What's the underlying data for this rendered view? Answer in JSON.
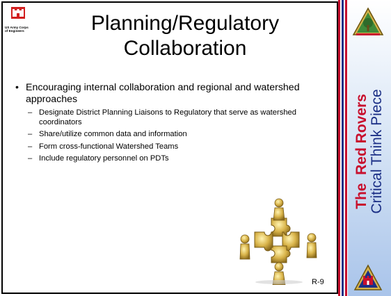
{
  "logo": {
    "lines": [
      "US Army Corps",
      "of Engineers"
    ]
  },
  "title": {
    "line1": "Planning/Regulatory",
    "line2": "Collaboration"
  },
  "bullets": [
    {
      "text": "Encouraging internal collaboration and regional and watershed approaches",
      "sub": [
        "Designate District Planning Liaisons to Regulatory that serve as watershed coordinators",
        "Share/utilize common data and information",
        "Form cross-functional Watershed Teams",
        "Include regulatory personnel on PDTs"
      ]
    }
  ],
  "slide_number": "R-9",
  "side_banner": {
    "team": "The  Red Rovers",
    "subtitle": "Critical Think Piece"
  },
  "colors": {
    "red": "#c8102e",
    "blue": "#1b2f86",
    "gold": "#d4b24a",
    "panel": "#a9c4ea"
  },
  "icons": {
    "top": "tree-emblem-icon",
    "bottom": "castle-emblem-icon",
    "graphic": "puzzle-people-icon"
  }
}
